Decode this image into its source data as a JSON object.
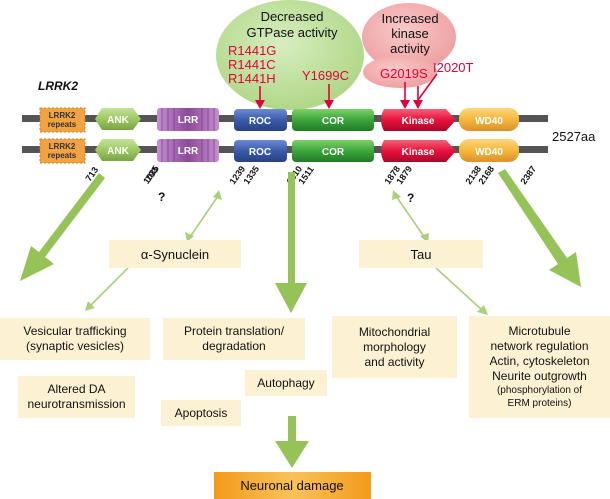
{
  "protein_name": "LRRK2",
  "length_label": "2527aa",
  "domains": {
    "repeats": [
      "LRRK2",
      "repeats"
    ],
    "ank": "ANK",
    "lrr": "LRR",
    "roc": "ROC",
    "cor": "COR",
    "kinase": "Kinase",
    "wd40": "WD40"
  },
  "positions": [
    "713",
    "793",
    "1035",
    "1239",
    "1335",
    "1510",
    "1511",
    "1878",
    "1879",
    "2138",
    "2168",
    "2387"
  ],
  "gtpase_bubble": [
    "Decreased",
    "GTPase activity"
  ],
  "kinase_bubble": [
    "Increased",
    "kinase",
    "activity"
  ],
  "mutations": {
    "roc": [
      "R1441G",
      "R1441C",
      "R1441H"
    ],
    "cor": "Y1699C",
    "kinase_1": "G2019S",
    "kinase_2": "I2020T"
  },
  "question_mark": "?",
  "interactors": {
    "synuclein": "α-Synuclein",
    "tau": "Tau"
  },
  "outcomes": {
    "vesicular": [
      "Vesicular trafficking",
      "(synaptic vesicles)"
    ],
    "da": [
      "Altered DA",
      "neurotransmission"
    ],
    "protein": [
      "Protein translation/",
      "degradation"
    ],
    "autophagy": "Autophagy",
    "apoptosis": "Apoptosis",
    "mito": [
      "Mitochondrial",
      "morphology",
      "and activity"
    ],
    "micro": [
      "Microtubule",
      "network regulation",
      "Actin, cytoskeleton",
      "Neurite outgrowth",
      "(phosphorylation of",
      "ERM proteins)"
    ],
    "damage": "Neuronal damage"
  },
  "colors": {
    "green_arrow": "#95c357",
    "thin_arrow": "#a9d07a",
    "mutation_red": "#e2003a",
    "box_fill": "#fdf1d3",
    "roc_blue": "#3b5bab",
    "cor_green": "#3aa63a",
    "kinase_red": "#e8113c",
    "wd40_orange": "#f6b73c",
    "lrr_purple": "#8d4a9b",
    "ank_green": "#9dc862",
    "repeats_orange": "#f2a341",
    "damage_orange": "#f5a623"
  }
}
